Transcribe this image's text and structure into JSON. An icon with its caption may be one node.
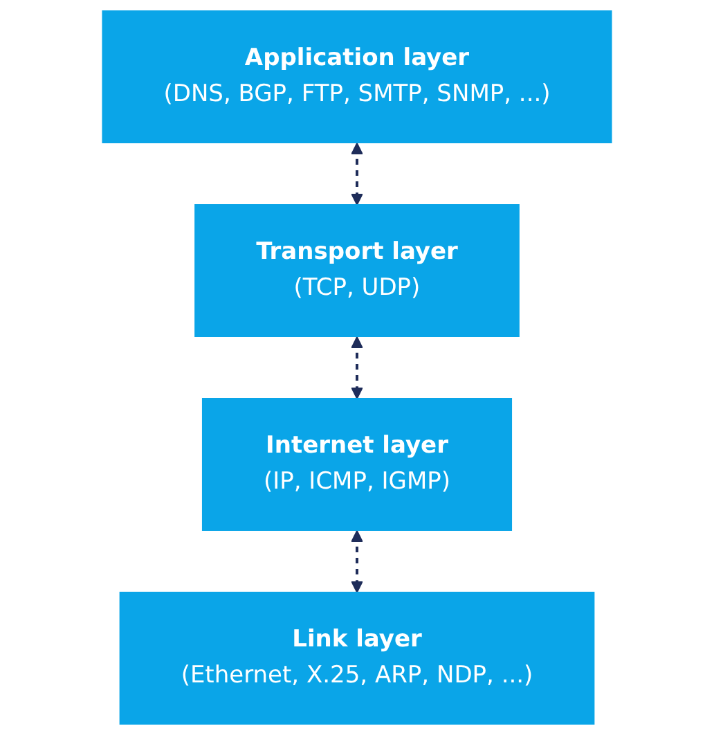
{
  "diagram": {
    "nodes": [
      {
        "text": [
          "Application layer",
          "(DNS, BGP, FTP, SMTP, SNMP, ...)"
        ]
      },
      {
        "text": [
          "Transport layer",
          "(TCP, UDP)"
        ]
      },
      {
        "text": [
          "Internet layer",
          "(IP, ICMP, IGMP)"
        ]
      },
      {
        "text": [
          "Link layer",
          "(Ethernet, X.25, ARP, NDP, ...)"
        ]
      }
    ],
    "edges": [
      {
        "from": 0,
        "to": 1,
        "arrow": "both",
        "style": "dashed"
      },
      {
        "from": 1,
        "to": 2,
        "arrow": "both",
        "style": "dashed"
      },
      {
        "from": 2,
        "to": 3,
        "arrow": "both",
        "style": "dashed"
      }
    ]
  }
}
